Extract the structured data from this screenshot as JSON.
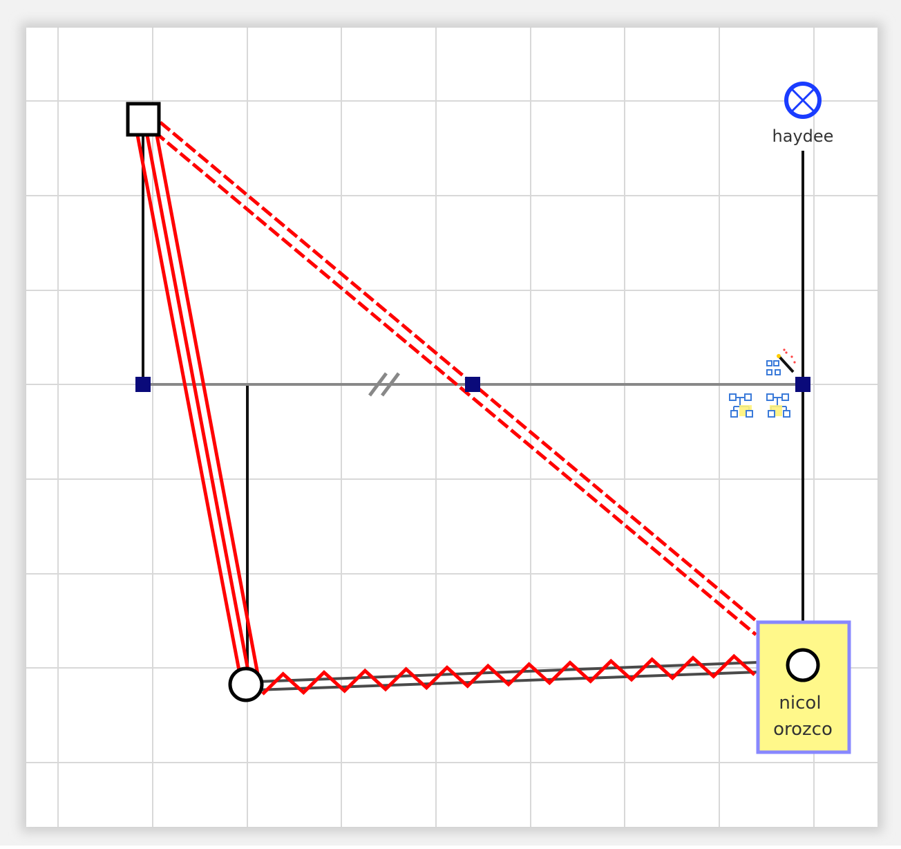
{
  "people": {
    "top_left_male": {
      "label": "",
      "shape": "square"
    },
    "haydee": {
      "label": "haydee",
      "shape": "circle-cross"
    },
    "bottom_female": {
      "label": "",
      "shape": "circle"
    },
    "nicol": {
      "label_line1": "nicol",
      "label_line2": "orozco",
      "shape": "circle",
      "selected": true
    }
  },
  "colors": {
    "grid": "#d8d8d8",
    "relation_red": "#ff0000",
    "marriage_line": "#888888",
    "node_marker": "#0a0a7a",
    "selection_border": "#8888ff",
    "selection_fill": "#fff88a",
    "haydee_blue": "#1a3cff"
  },
  "icons": [
    "magic-wand-icon",
    "family-tree-icon",
    "family-tree-icon"
  ]
}
